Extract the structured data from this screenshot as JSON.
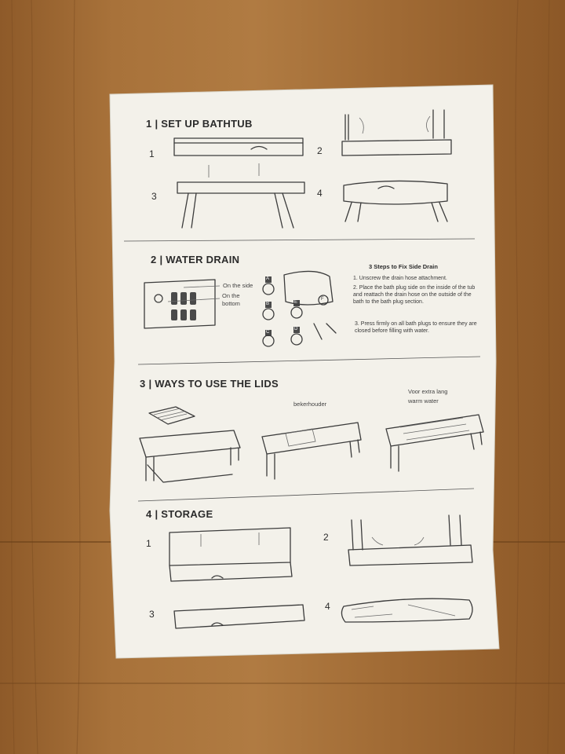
{
  "sections": [
    {
      "number": "1",
      "title": "SET UP BATHTUB"
    },
    {
      "number": "2",
      "title": "WATER DRAIN"
    },
    {
      "number": "3",
      "title": "WAYS TO USE THE LIDS"
    },
    {
      "number": "4",
      "title": "STORAGE"
    }
  ],
  "setup_steps": [
    "1",
    "2",
    "3",
    "4"
  ],
  "storage_steps": [
    "1",
    "2",
    "3",
    "4"
  ],
  "drain": {
    "on_the_side": "On the side",
    "on_the": "On the",
    "bottom": "bottom",
    "part_labels": [
      "A",
      "B",
      "C",
      "D",
      "E",
      "F"
    ],
    "fix_title": "3 Steps to Fix Side Drain",
    "steps": [
      "1.  Unscrew the drain hose attachment.",
      "2.  Place the bath plug side on the inside of the tub and reattach the drain hose on the outside of the bath to the bath plug section.",
      "3.  Press firmly on all bath plugs to ensure they are closed before filling with water."
    ]
  },
  "lids": {
    "bekerhouder": "bekerhouder",
    "voor_line1": "Voor extra lang",
    "voor_line2": "warm water"
  },
  "colors": {
    "floor": "#a46f37",
    "floor_dark": "#7e4f22",
    "paper": "#f3f1ea",
    "ink": "#2b2b2b"
  }
}
